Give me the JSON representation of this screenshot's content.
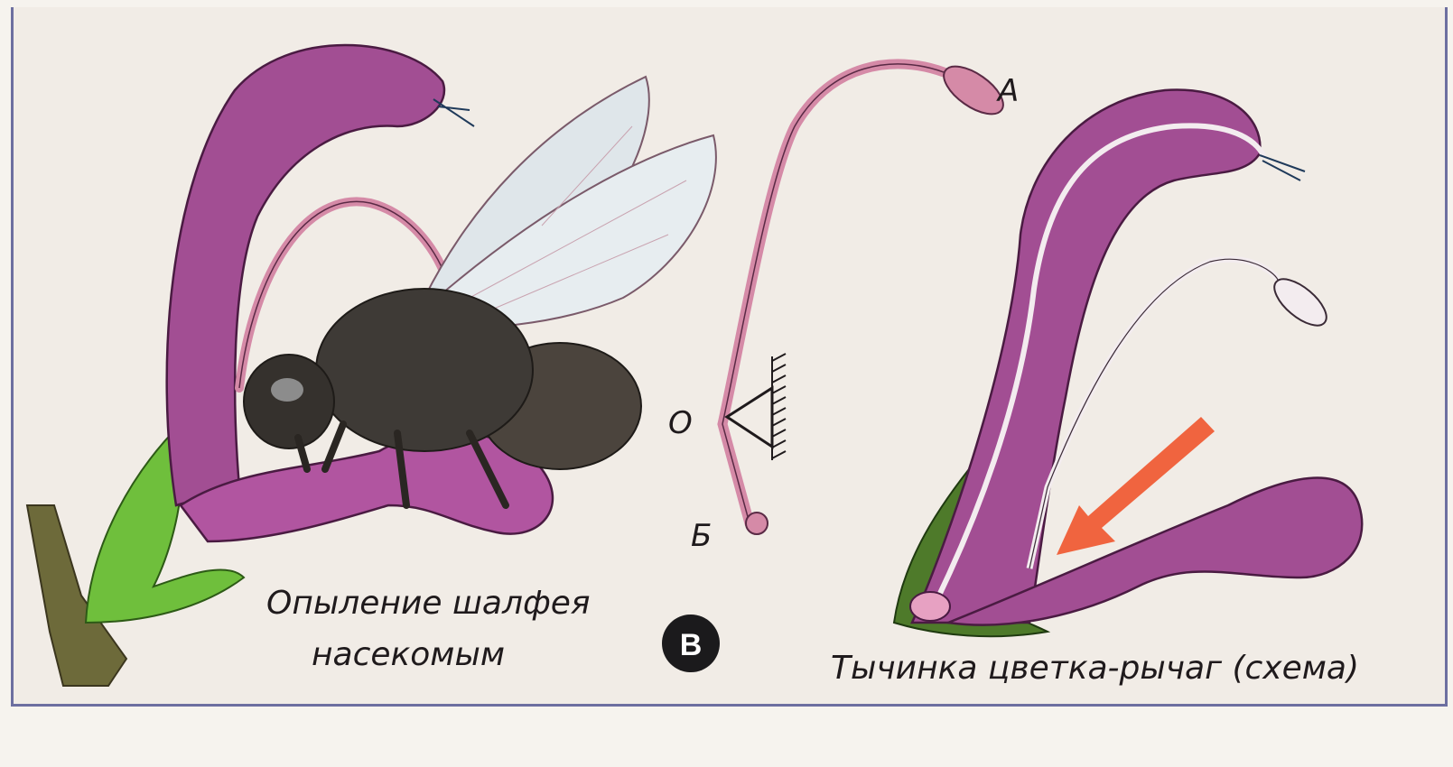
{
  "diagram": {
    "caption_left_line1": "Опыление шалфея",
    "caption_left_line2": "насекомым",
    "caption_right": "Тычинка цветка-рычаг (схема)",
    "badge": "В",
    "label_a": "А",
    "label_o": "О",
    "label_b": "Б"
  },
  "colors": {
    "petal": "#a24e93",
    "petal_light": "#c06bb0",
    "leaf": "#6fbf3c",
    "stem": "#6d6a3a",
    "bee": "#3e3a36",
    "wing": "#dfe6ea",
    "stamen": "#d58aa7",
    "arrow": "#f0643f",
    "frame": "#6d6fa0"
  }
}
